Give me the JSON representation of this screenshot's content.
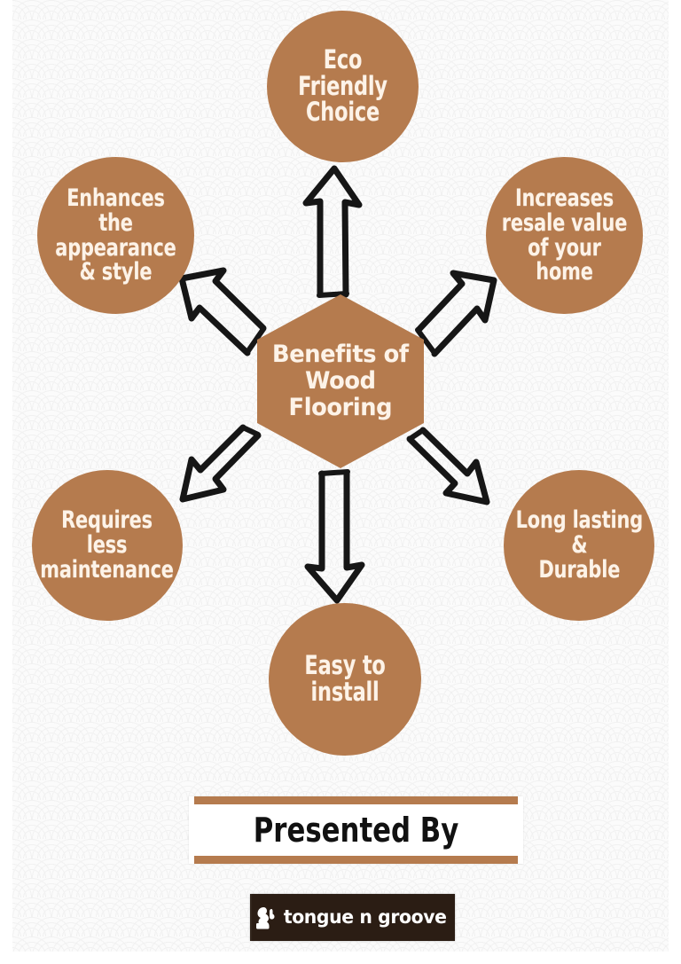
{
  "poster": {
    "background_color": "#f7f7f7",
    "pattern": "seigaiha-wave-scallop",
    "accent_color": "#b57b4e",
    "text_color": "#fdf3e8"
  },
  "center": {
    "shape": "hexagon",
    "label": "Benefits of\nWood\nFlooring"
  },
  "benefits": [
    {
      "id": "eco",
      "label": "Eco Friendly\nChoice",
      "position": "top"
    },
    {
      "id": "enhance",
      "label": "Enhances\nthe appearance\n& style",
      "position": "top-left"
    },
    {
      "id": "resale",
      "label": "Increases\nresale value\nof your home",
      "position": "top-right"
    },
    {
      "id": "maint",
      "label": "Requires\nless\nmaintenance",
      "position": "bottom-left"
    },
    {
      "id": "durable",
      "label": "Long lasting\n&\nDurable",
      "position": "bottom-right"
    },
    {
      "id": "easy",
      "label": "Easy to\ninstall",
      "position": "bottom"
    }
  ],
  "arrows": {
    "style": "hand-drawn-outline",
    "stroke_color": "#161616",
    "fill": "none",
    "count": 6,
    "directions": [
      "up",
      "up-left",
      "up-right",
      "down-left",
      "down-right",
      "down"
    ]
  },
  "footer": {
    "presented_by_label": "Presented By",
    "presented_by_bar_color": "#b57b4e",
    "presented_by_box_color": "#ffffff",
    "logo": {
      "icon": "squirrel-icon",
      "wordmark": "tongue n groove",
      "box_color": "#2b1d14",
      "text_color": "#ffffff"
    }
  }
}
